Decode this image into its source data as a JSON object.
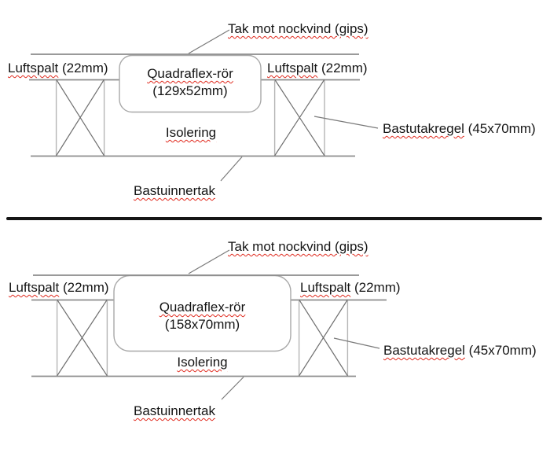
{
  "colors": {
    "background": "#ffffff",
    "text": "#141414",
    "structure_line": "#8c8c8c",
    "joist_side_line": "#b5b5b5",
    "joist_diagonal": "#6f6f6f",
    "duct_box_border": "#a8a8a8",
    "spellcheck_underline": "#e02a1e",
    "separator": "#151515"
  },
  "diagrams": [
    {
      "name": "top-variant",
      "roof_label": "Tak mot nockvind (gips)",
      "airgap_left_word": "Luftspalt",
      "airgap_left_dim": " (22mm)",
      "airgap_right_word": "Luftspalt",
      "airgap_right_dim": " (22mm)",
      "duct_name": "Quadraflex-rör",
      "duct_dim": "(129x52mm)",
      "insulation_label": "Isolering",
      "joist_word": "Bastutakregel",
      "joist_dim": " (45x70mm)",
      "ceiling_label": "Bastuinnertak"
    },
    {
      "name": "bottom-variant",
      "roof_label": "Tak mot nockvind (gips)",
      "airgap_left_word": "Luftspalt",
      "airgap_left_dim": " (22mm)",
      "airgap_right_word": "Luftspalt",
      "airgap_right_dim": " (22mm)",
      "duct_name": "Quadraflex-rör",
      "duct_dim": "(158x70mm)",
      "insulation_label": "Isolering",
      "joist_word": "Bastutakregel",
      "joist_dim": " (45x70mm)",
      "ceiling_label": "Bastuinnertak"
    }
  ]
}
